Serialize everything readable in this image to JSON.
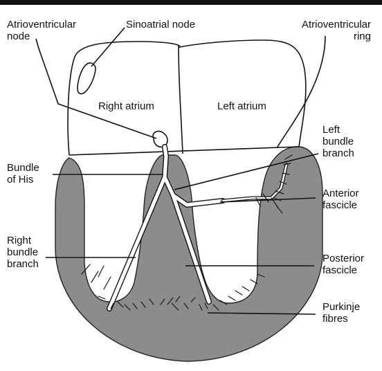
{
  "colors": {
    "ink": "#111111",
    "muscle": "#8c8c8c",
    "background": "#ffffff"
  },
  "labels": {
    "atrioventricular_node": [
      "Atrioventricular",
      "node"
    ],
    "sinoatrial_node": [
      "Sinoatrial node"
    ],
    "atrioventricular_ring": [
      "Atrioventricular",
      "ring"
    ],
    "right_atrium": [
      "Right atrium"
    ],
    "left_atrium": [
      "Left atrium"
    ],
    "left_bundle_branch": [
      "Left",
      "bundle",
      "branch"
    ],
    "bundle_of_his": [
      "Bundle",
      "of His"
    ],
    "anterior_fascicle": [
      "Anterior",
      "fascicle"
    ],
    "right_bundle_branch": [
      "Right",
      "bundle",
      "branch"
    ],
    "posterior_fascicle": [
      "Posterior",
      "fascicle"
    ],
    "purkinje_fibres": [
      "Purkinje",
      "fibres"
    ]
  }
}
